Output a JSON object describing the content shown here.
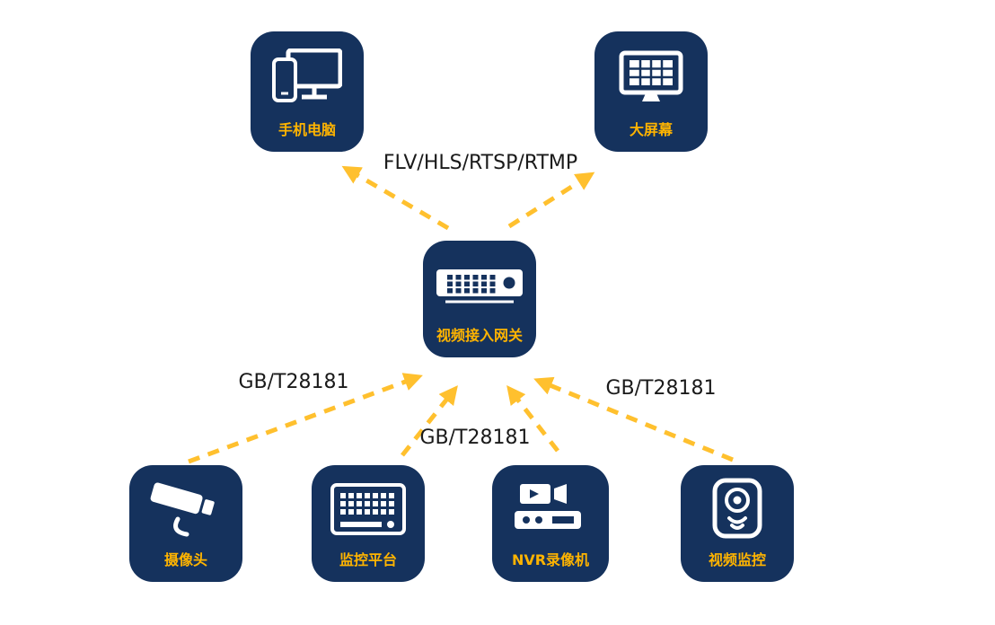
{
  "diagram": {
    "nodes": {
      "mobile_pc": {
        "label": "手机电脑"
      },
      "big_screen": {
        "label": "大屏幕"
      },
      "gateway": {
        "label": "视频接入网关"
      },
      "camera": {
        "label": "摄像头"
      },
      "platform": {
        "label": "监控平台"
      },
      "nvr": {
        "label": "NVR录像机"
      },
      "surveillance": {
        "label": "视频监控"
      }
    },
    "edge_labels": {
      "protocols": "FLV/HLS/RTSP/RTMP",
      "gbt_left": "GB/T28181",
      "gbt_center": "GB/T28181",
      "gbt_right": "GB/T28181"
    },
    "colors": {
      "node_bg": "#15325D",
      "node_label": "#FFB400",
      "arrow": "#FFC02E",
      "edge_text": "#1a1a1a"
    }
  }
}
